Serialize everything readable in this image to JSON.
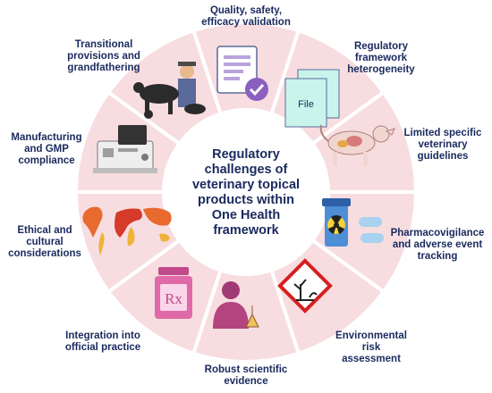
{
  "center_text": "Regulatory\nchallenges of\nveterinary topical\nproducts within\nOne Health\nframework",
  "labels": {
    "quality": "Quality, safety,\nefficacy validation",
    "heterogeneity": "Regulatory\nframework\nheterogeneity",
    "guidelines": "Limited specific\nveterinary\nguidelines",
    "pharmacovigilance": "Pharmacovigilance\nand adverse event\ntracking",
    "environmental": "Environmental\nrisk\nassessment",
    "scientific": "Robust scientific\nevidence",
    "integration": "Integration into\nofficial practice",
    "ethical": "Ethical and\ncultural\nconsiderations",
    "manufacturing": "Manufacturing\nand GMP\ncompliance",
    "transitional": "Transitional\nprovisions and\ngrandfathering"
  },
  "file_label": "File",
  "rx_label": "Rx",
  "colors": {
    "ring": "#f7dde0",
    "ring_divider": "#ffffff",
    "text": "#1a2a5e",
    "check": "#8b5fbf",
    "rx_bottle": "#e06aa7",
    "hazard": "#d62020"
  },
  "icons": [
    "document-check-icon",
    "files-icon",
    "dog-anatomy-icon",
    "radioactive-pills-icon",
    "environmental-hazard-icon",
    "scientist-icon",
    "rx-bottle-icon",
    "world-map-icon",
    "lab-instrument-icon",
    "farmer-livestock-icon"
  ]
}
